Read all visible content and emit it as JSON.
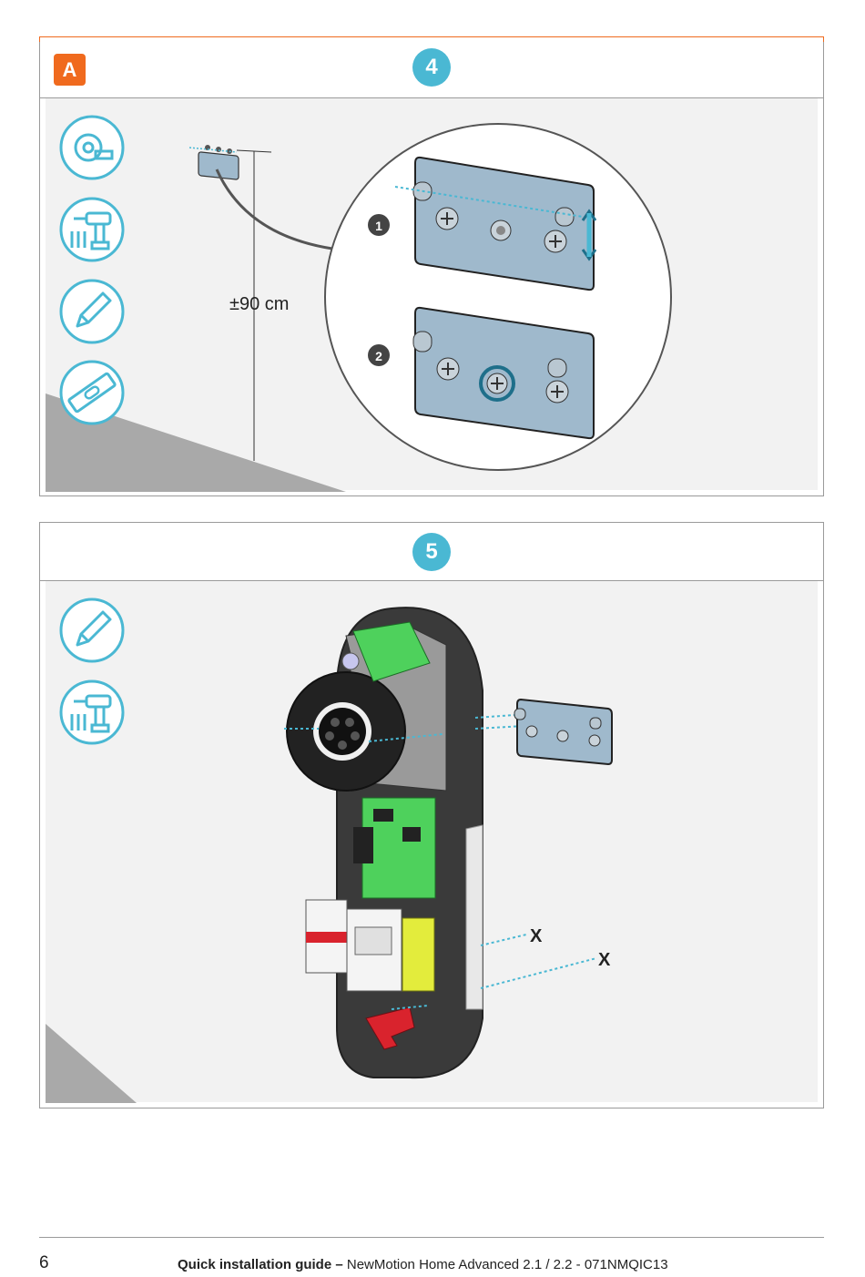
{
  "section": {
    "badge": "A"
  },
  "steps": [
    {
      "number": "4",
      "measure_label": "±90 cm",
      "sub_steps": [
        "1",
        "2"
      ]
    },
    {
      "number": "5",
      "remove_marks": [
        "X",
        "X"
      ]
    }
  ],
  "icons": {
    "step4_tools": [
      "measuring-tape-icon",
      "drill-icon",
      "pencil-icon",
      "spirit-level-icon"
    ],
    "step5_tools": [
      "pencil-icon",
      "drill-icon"
    ]
  },
  "colors": {
    "accent_orange": "#f06a1e",
    "accent_teal": "#4ab8d3",
    "plate_blue": "#9fb9cc"
  },
  "footer": {
    "page": "6",
    "title_bold": "Quick installation guide –",
    "title_rest": " NewMotion Home Advanced 2.1 / 2.2 - 071NMQIC13"
  }
}
